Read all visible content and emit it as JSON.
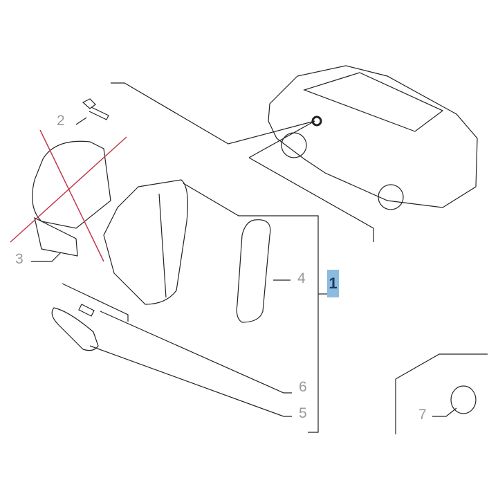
{
  "callouts": {
    "p1": "1",
    "p2": "2",
    "p3": "3",
    "p4": "4",
    "p5": "5",
    "p6": "6",
    "p7": "7"
  },
  "colors": {
    "highlight": "#8cbbe0",
    "highlight_text": "#1a3a5c",
    "callout_text": "#9a9a9a",
    "strike": "#c0394a"
  }
}
